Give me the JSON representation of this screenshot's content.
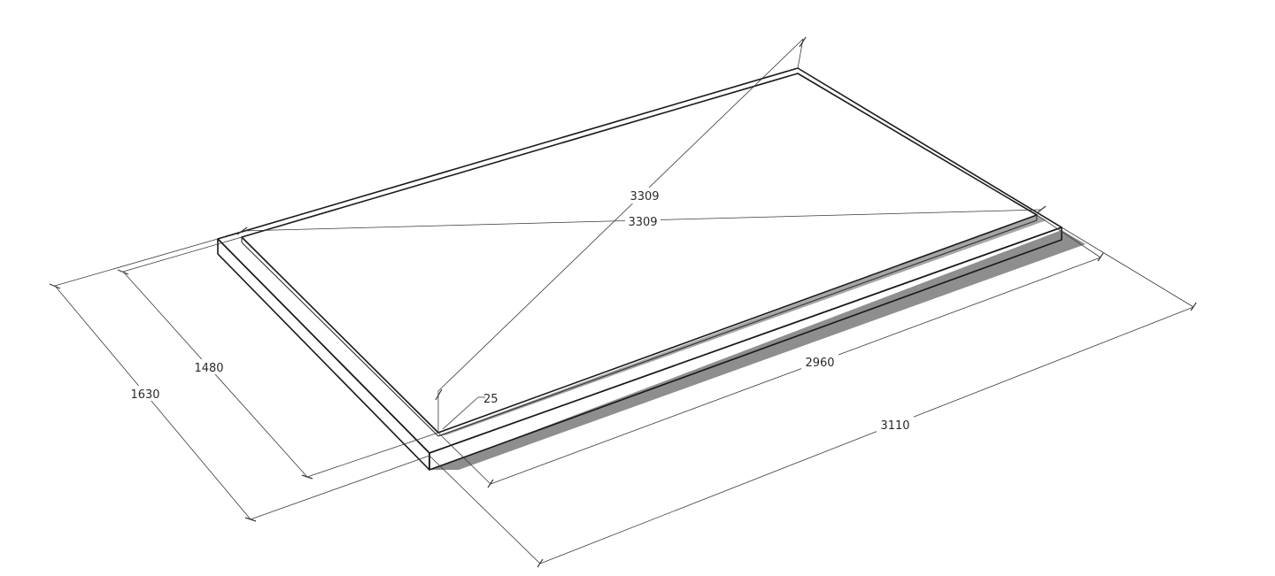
{
  "drawing": {
    "dimensions": {
      "diagonal_a": "3309",
      "diagonal_b": "3309",
      "inner_width": "1480",
      "outer_width": "1630",
      "inner_length": "2960",
      "outer_length": "3110",
      "rim": "25"
    },
    "colors": {
      "line": "#1a1a1a",
      "shadow": "#8c8c8c",
      "background": "#ffffff"
    }
  }
}
